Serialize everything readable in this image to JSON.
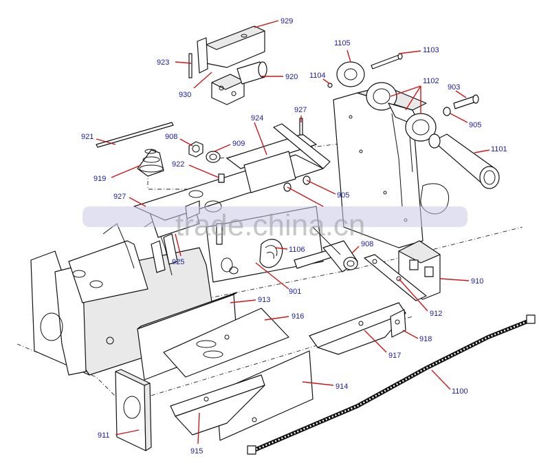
{
  "watermark": "trade.china.cn",
  "callouts": {
    "c929": "929",
    "c923": "923",
    "c930": "930",
    "c920": "920",
    "c921": "921",
    "c908a": "908",
    "c909": "909",
    "c924": "924",
    "c927a": "927",
    "c922": "922",
    "c919": "919",
    "c927b": "927",
    "c905a": "905",
    "c1105": "1105",
    "c1103": "1103",
    "c1104": "1104",
    "c1102": "1102",
    "c903": "903",
    "c905b": "905",
    "c1101": "1101",
    "c925": "925",
    "c1106": "1106",
    "c908b": "908",
    "c901": "901",
    "c910": "910",
    "c913": "913",
    "c916": "916",
    "c912": "912",
    "c918": "918",
    "c917": "917",
    "c914": "914",
    "c1100": "1100",
    "c911": "911",
    "c915": "915"
  },
  "colors": {
    "callout_text": "#1a1aa6",
    "leader_line": "#d11414",
    "outline": "#111111"
  }
}
